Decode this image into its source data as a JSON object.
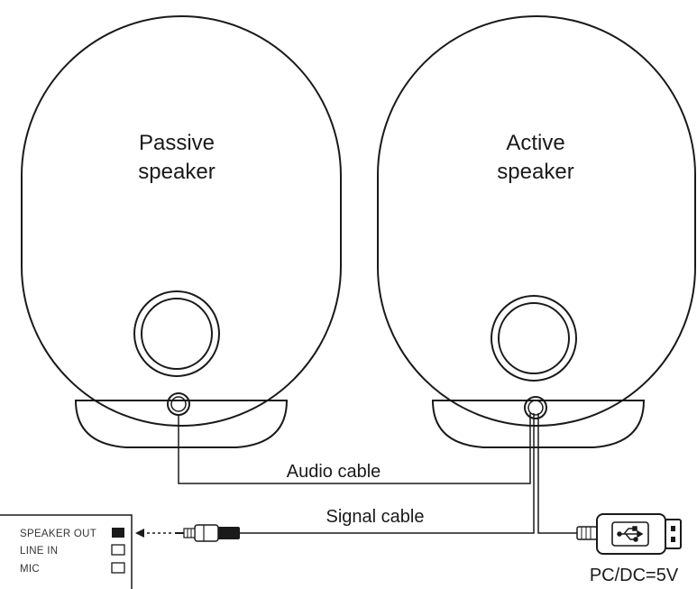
{
  "speakers": {
    "passive": {
      "line1": "Passive",
      "line2": "speaker"
    },
    "active": {
      "line1": "Active",
      "line2": "speaker"
    }
  },
  "cables": {
    "audio": "Audio cable",
    "signal": "Signal cable",
    "power": "PC/DC=5V"
  },
  "panel": {
    "ports": [
      "SPEAKER OUT",
      "LINE IN",
      "MIC"
    ]
  },
  "icons": {
    "usb": "usb-icon",
    "jack": "audio-jack-icon",
    "arrow": "arrow-left-icon"
  }
}
